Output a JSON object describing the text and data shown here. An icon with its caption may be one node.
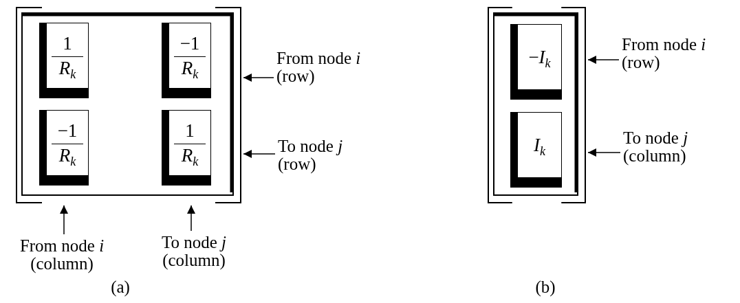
{
  "diagram": {
    "nodes": [
      {
        "text": [],
        "shape": "box"
      },
      {
        "text": [
          "1",
          "*R*$_{k}$"
        ],
        "in": 0
      },
      {
        "text": [
          "−1",
          "*R*$_{k}$"
        ],
        "in": 0
      },
      {
        "text": [
          "−1",
          "*R*$_{k}$"
        ],
        "in": 0
      },
      {
        "text": [
          "1",
          "*R*$_{k}$"
        ],
        "in": 0
      },
      {
        "text": [
          "From node *i* (row)"
        ]
      },
      {
        "text": [
          "To node *j* (row)"
        ]
      },
      {
        "text": [
          "From node *i* (column)"
        ]
      },
      {
        "text": [
          "To node *j* (column)"
        ]
      },
      {
        "text": [],
        "shape": "box"
      },
      {
        "text": [
          "−*I*$_{k}$"
        ],
        "in": 9
      },
      {
        "text": [
          "*I*$_{k}$"
        ],
        "in": 9
      },
      {
        "text": [
          "From node *i* (row)"
        ]
      },
      {
        "text": [
          "To node *j* (column)"
        ]
      }
    ],
    "edges": [
      {
        "from": 5,
        "to": 0,
        "arrow": "to"
      },
      {
        "from": 6,
        "to": 0,
        "arrow": "to"
      },
      {
        "from": 7,
        "to": 0,
        "arrow": "to"
      },
      {
        "from": 8,
        "to": 0,
        "arrow": "to"
      },
      {
        "from": 12,
        "to": 9,
        "arrow": "to"
      },
      {
        "from": 13,
        "to": 9,
        "arrow": "to"
      }
    ],
    "labels": [
      "(a)",
      "(b)"
    ]
  }
}
